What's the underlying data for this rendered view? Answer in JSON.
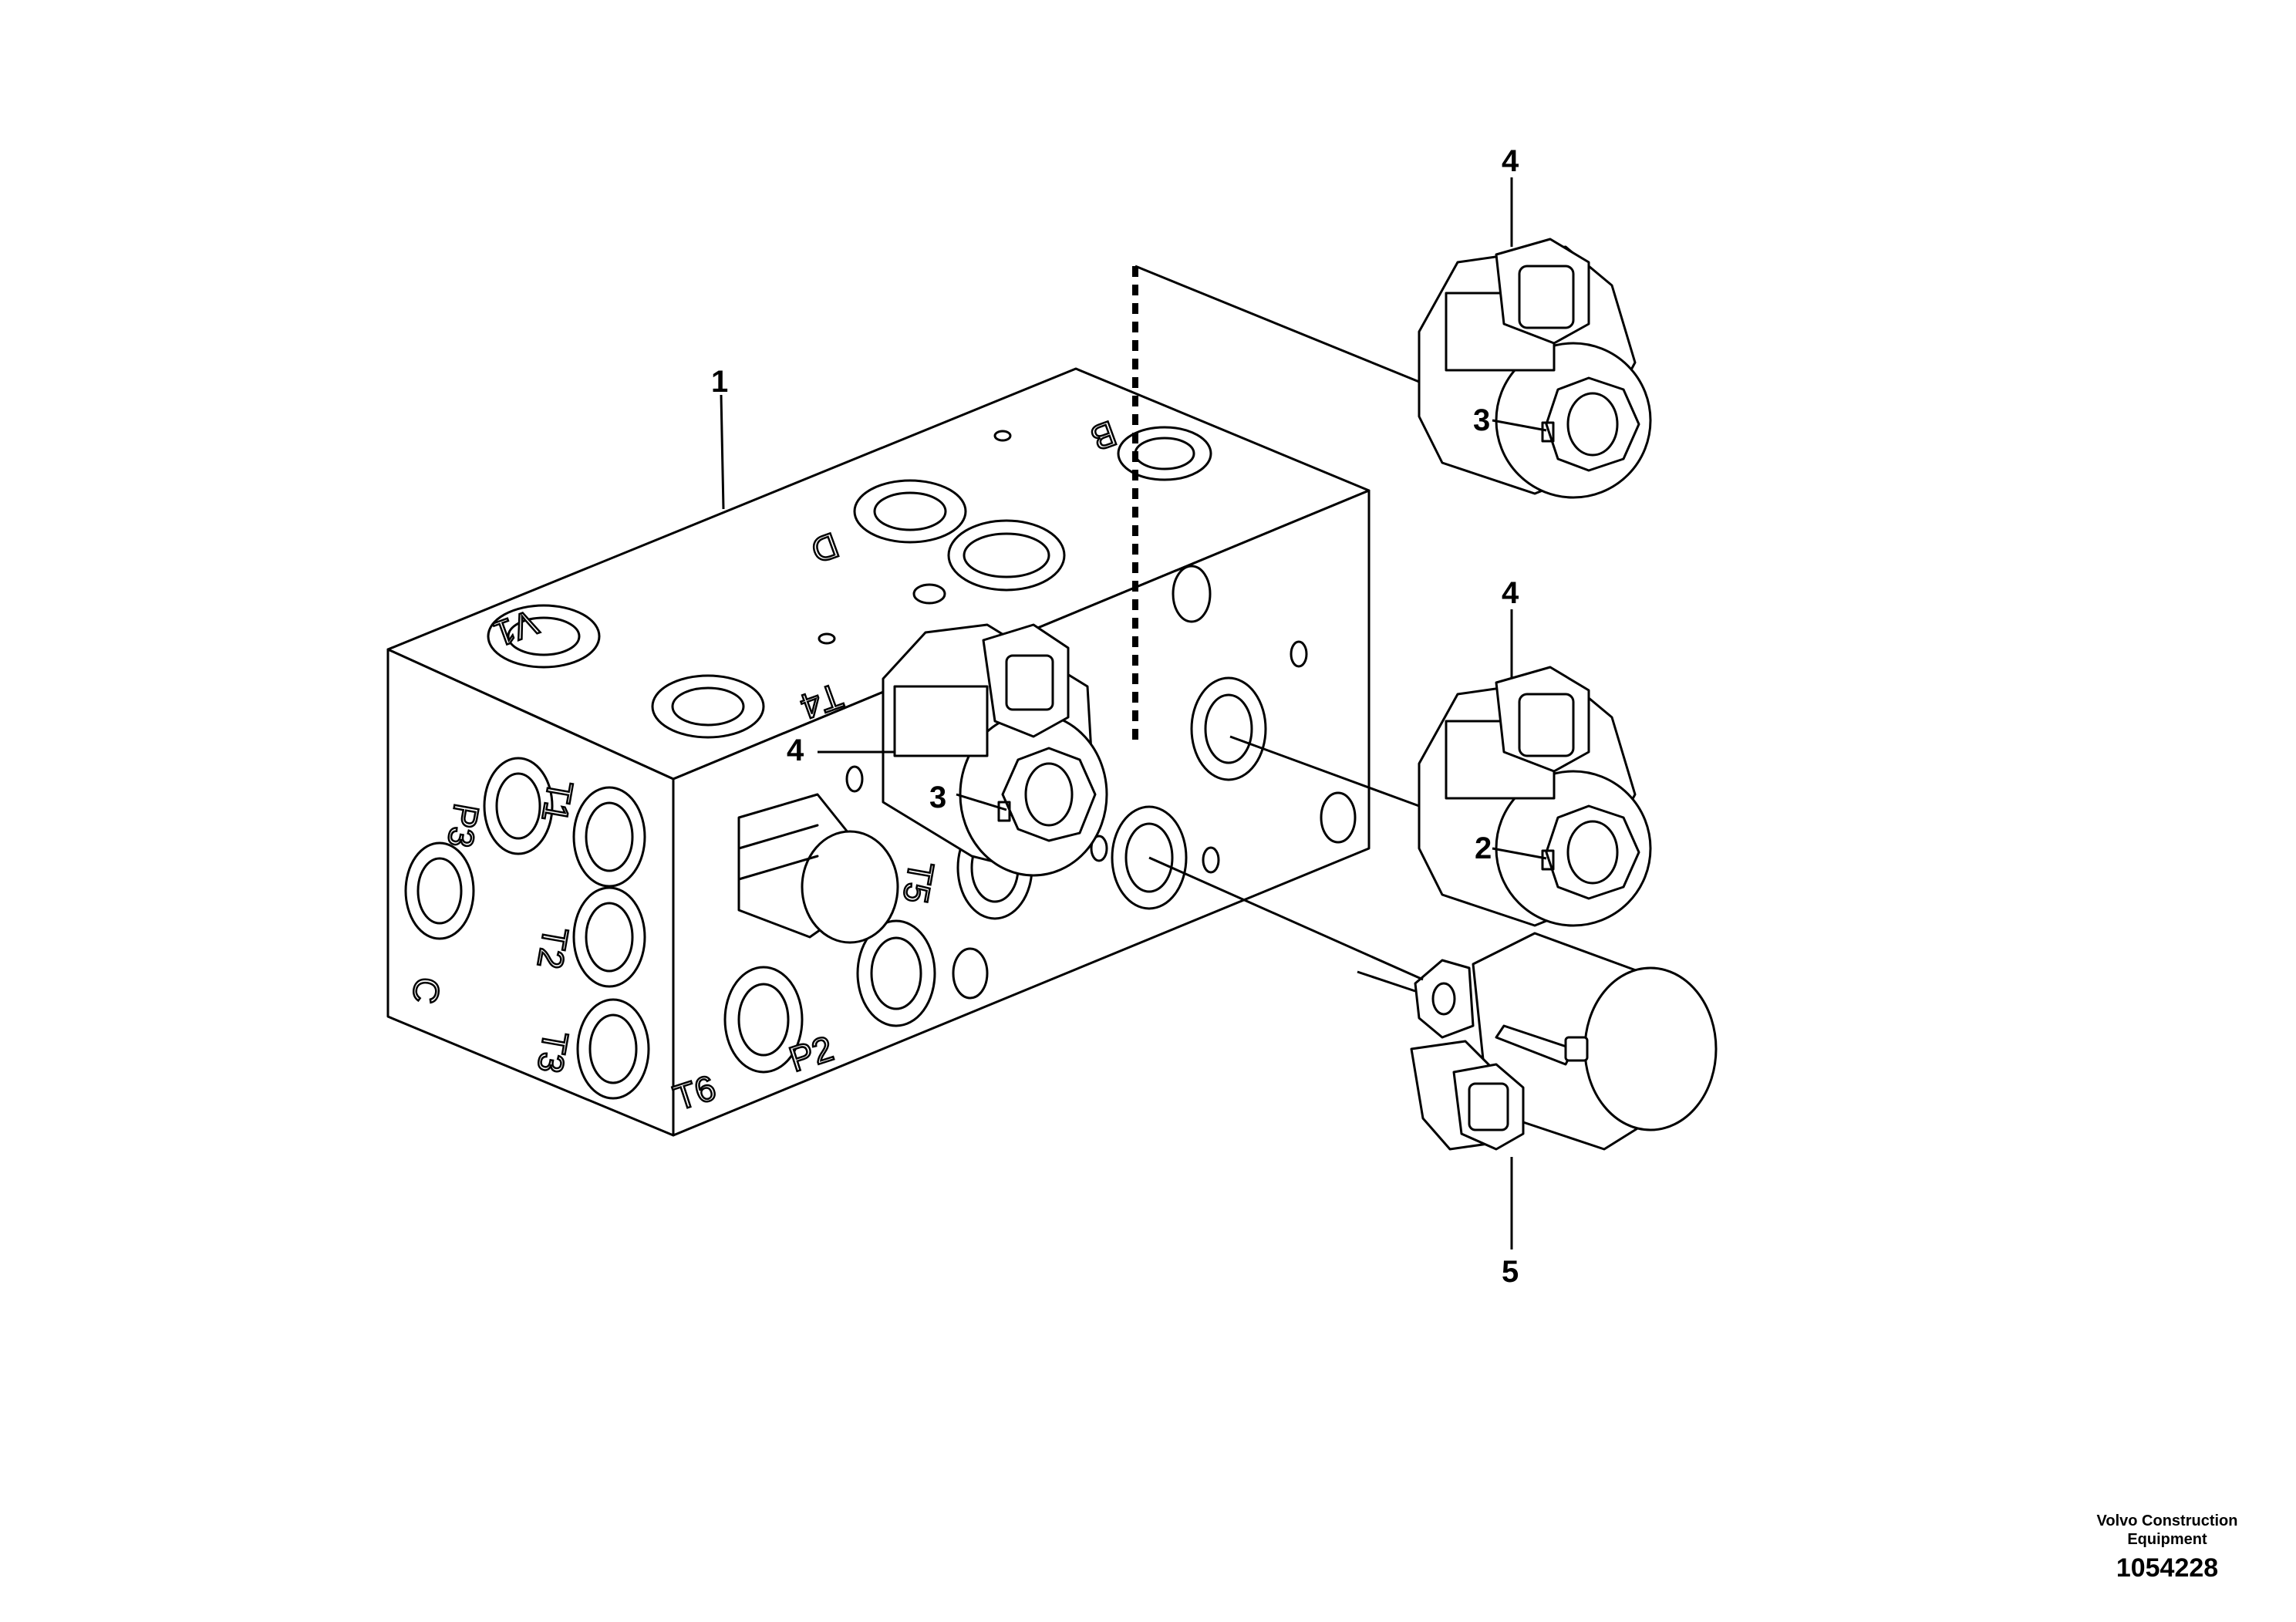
{
  "callouts": [
    "1",
    "2",
    "3",
    "3",
    "4",
    "4",
    "4",
    "5"
  ],
  "port_labels": [
    "V1",
    "D",
    "B",
    "T4",
    "P3",
    "T1",
    "T2",
    "T3",
    "C",
    "T6",
    "P2",
    "T5"
  ],
  "footer": {
    "brand_line1": "Volvo Construction",
    "brand_line2": "Equipment",
    "doc_number": "1054228"
  }
}
